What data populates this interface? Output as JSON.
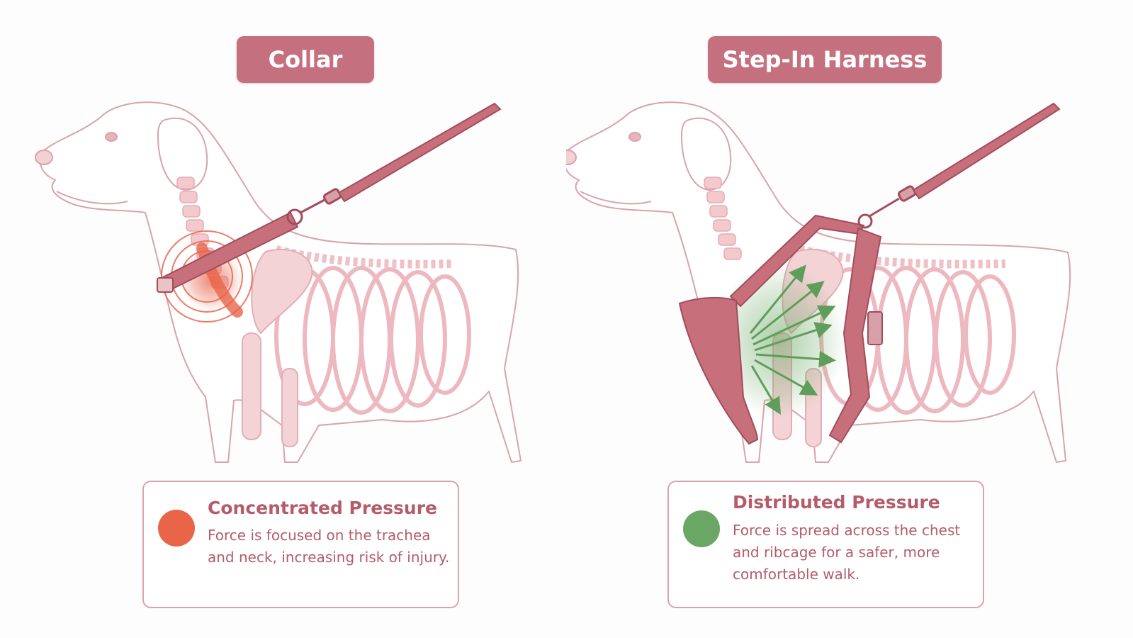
{
  "colors": {
    "accent": "#c5707e",
    "text": "#b45c6a",
    "outline": "#d9a3ab",
    "bone": "#f3c9cd",
    "pressure_red": "#e9654a",
    "pressure_green": "#6aa764"
  },
  "left_panel": {
    "title": "Collar",
    "info": {
      "heading": "Concentrated Pressure",
      "body": "Force is focused on the trachea and neck, increasing risk of injury.",
      "indicator_color": "#e9654a"
    }
  },
  "right_panel": {
    "title": "Step-In Harness",
    "info": {
      "heading": "Distributed Pressure",
      "body": "Force is spread across the chest and ribcage for a safer, more comfortable walk.",
      "indicator_color": "#6aa764"
    }
  }
}
